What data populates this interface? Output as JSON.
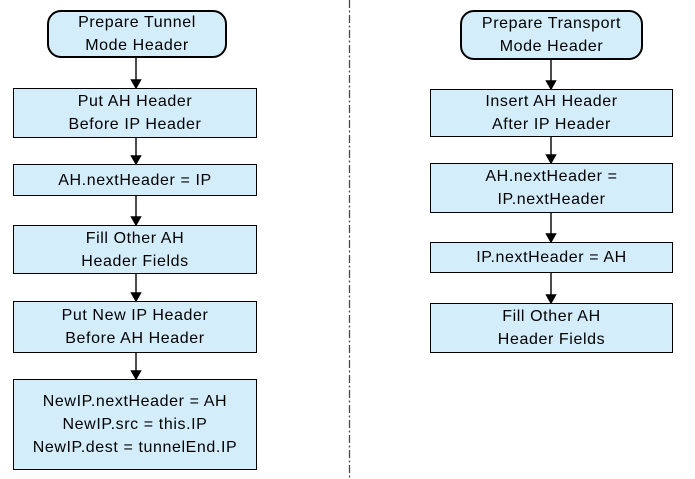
{
  "diagram": {
    "colors": {
      "node_fill": "#d3edfb",
      "node_border": "#000000",
      "arrow": "#000000",
      "divider": "#4a4a4a"
    },
    "left_flow": {
      "name": "tunnel-mode-flow",
      "nodes": [
        {
          "type": "terminator",
          "text": "Prepare Tunnel\nMode Header"
        },
        {
          "type": "process",
          "text": "Put AH Header\nBefore IP Header"
        },
        {
          "type": "process",
          "text": "AH.nextHeader = IP"
        },
        {
          "type": "process",
          "text": "Fill Other AH\nHeader Fields"
        },
        {
          "type": "process",
          "text": "Put New IP Header\nBefore AH Header"
        },
        {
          "type": "process",
          "text": "NewIP.nextHeader = AH\nNewIP.src = this.IP\nNewIP.dest = tunnelEnd.IP"
        }
      ]
    },
    "right_flow": {
      "name": "transport-mode-flow",
      "nodes": [
        {
          "type": "terminator",
          "text": "Prepare Transport\nMode Header"
        },
        {
          "type": "process",
          "text": "Insert AH Header\nAfter IP Header"
        },
        {
          "type": "process",
          "text": "AH.nextHeader =\nIP.nextHeader"
        },
        {
          "type": "process",
          "text": "IP.nextHeader = AH"
        },
        {
          "type": "process",
          "text": "Fill Other AH\nHeader Fields"
        }
      ]
    }
  }
}
